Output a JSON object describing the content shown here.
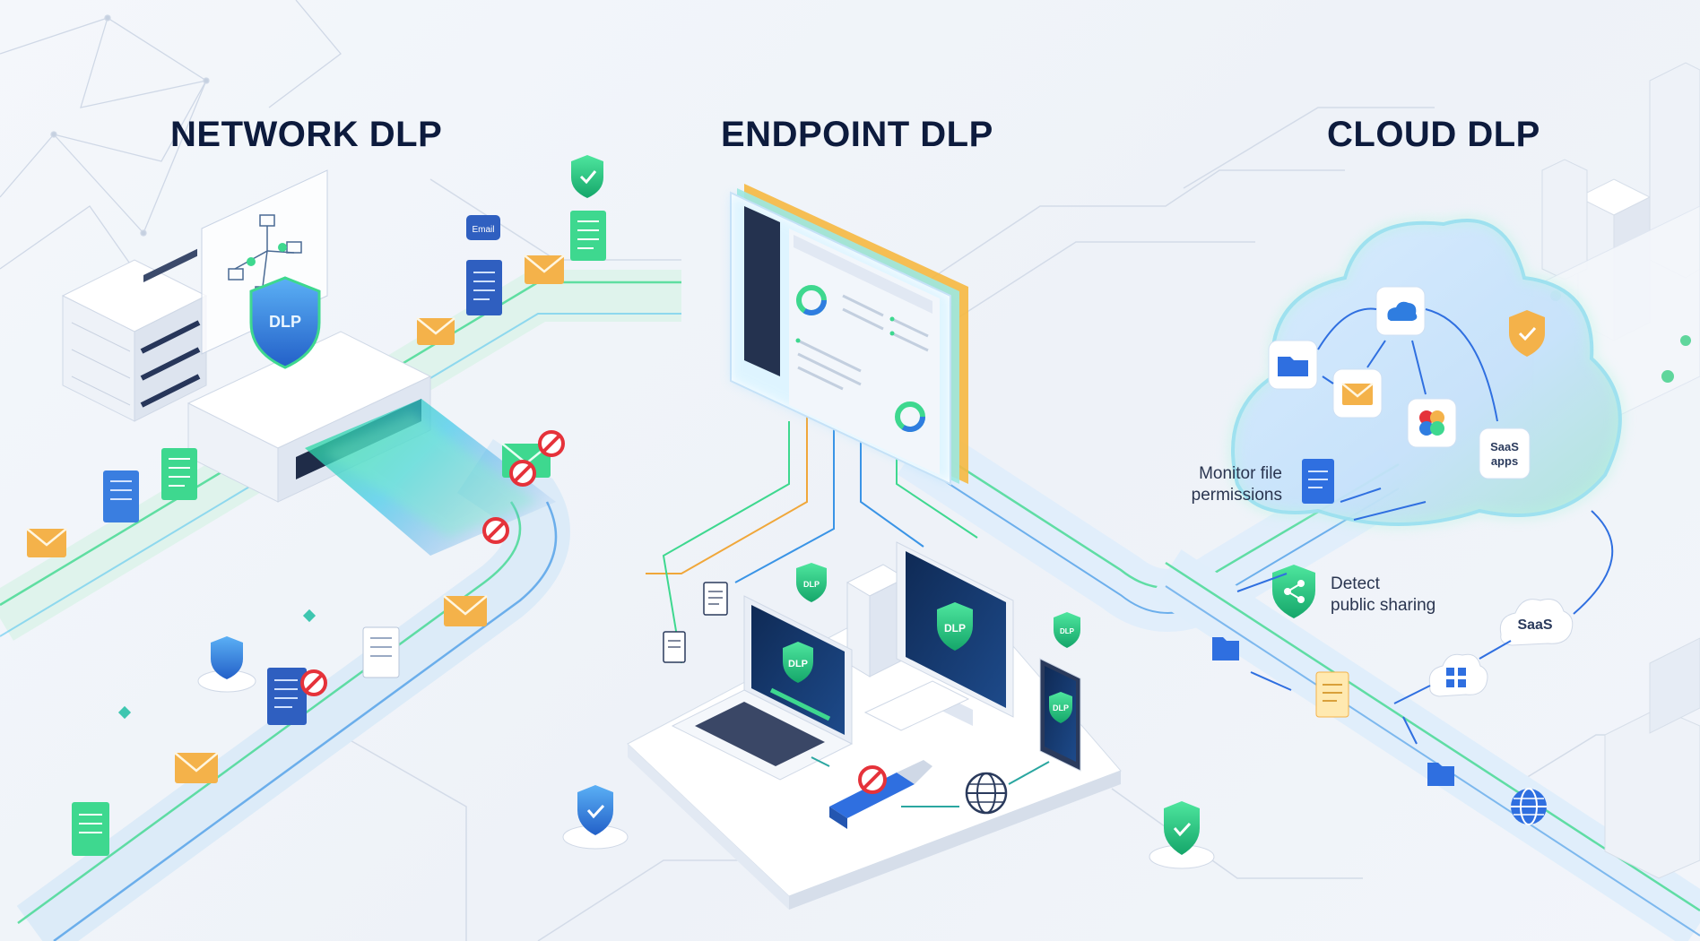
{
  "sections": {
    "network": {
      "title": "NETWORK DLP"
    },
    "endpoint": {
      "title": "ENDPOINT DLP"
    },
    "cloud": {
      "title": "CLOUD DLP"
    }
  },
  "badges": {
    "dlp": "DLP",
    "email": "Email"
  },
  "cloud": {
    "saas_apps": "SaaS apps",
    "saas": "SaaS",
    "monitor_line1": "Monitor file",
    "monitor_line2": "permissions",
    "detect_line1": "Detect",
    "detect_line2": "public sharing"
  },
  "colors": {
    "accent_green": "#2ee08a",
    "accent_blue": "#2f7de0",
    "accent_cyan": "#36c6e8",
    "block_red": "#e5323a",
    "folder_yellow": "#f4b24a",
    "title_navy": "#0d1b3d"
  }
}
